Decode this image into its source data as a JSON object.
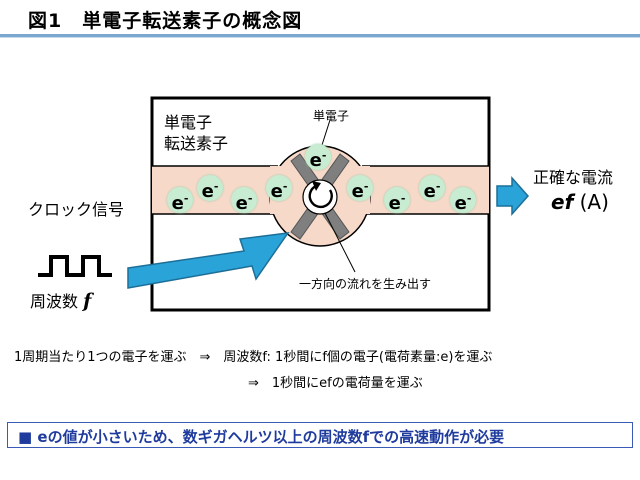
{
  "header": {
    "title": "図1　単電子転送素子の概念図"
  },
  "diagram": {
    "device_label_line1": "単電子",
    "device_label_line2": "転送素子",
    "single_electron_label": "単電子",
    "electron_symbol": "e",
    "electron_charge": "-",
    "rotation_label": "一方向の流れを生み出す",
    "clock_label": "クロック信号",
    "frequency_label": "周波数",
    "frequency_symbol": "f",
    "output_label": "正確な電流",
    "output_value_symbol": "ef",
    "output_unit": "(A)",
    "colors": {
      "channel_fill": "#f6d9c8",
      "electron_fill": "#c8ecd2",
      "arrow_fill": "#2aa3d9",
      "banner_border": "#3a5ab8",
      "banner_text": "#1f3b9e",
      "header_rule": "#7aa7cf"
    }
  },
  "explanation": {
    "line1": "1周期当たり1つの電子を運ぶ　⇒　周波数f: 1秒間にf個の電子(電荷素量:e)を運ぶ",
    "line2": "⇒　1秒間にefの電荷量を運ぶ"
  },
  "banner": {
    "marker": "■",
    "text": "eの値が小さいため、数ギガヘルツ以上の周波数fでの高速動作が必要"
  }
}
